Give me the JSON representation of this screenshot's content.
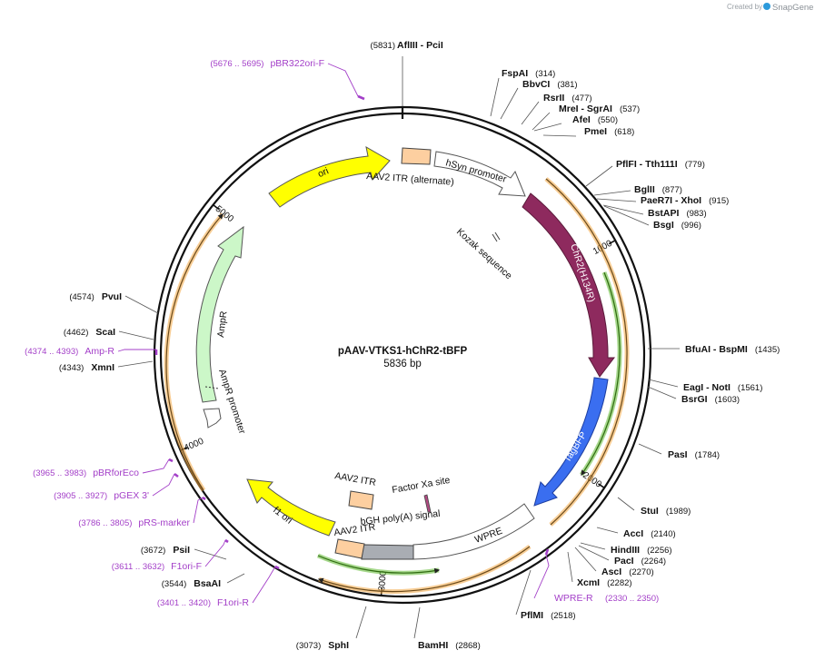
{
  "credit": {
    "prefix": "Created by",
    "brand": "SnapGene"
  },
  "plasmid": {
    "name": "pAAV-VTKS1-hChR2-tBFP",
    "size": "5836 bp"
  },
  "ticks": [
    "1000",
    "2000",
    "3000",
    "4000",
    "5000"
  ],
  "features": {
    "ori": "ori",
    "itr_alt": "AAV2 ITR (alternate)",
    "hsyn": "hSyn promoter",
    "kozak": "Kozak sequence",
    "chr2": "ChR2(H134R)",
    "tagbfp": "TagBFP",
    "wpre": "WPRE",
    "factor_xa": "Factor Xa site",
    "bgh": "bGH poly(A) signal",
    "itr1": "AAV2 ITR",
    "itr2": "AAV2 ITR",
    "f1ori": "f1 ori",
    "ampr": "AmpR",
    "ampr_promoter": "AmpR promoter"
  },
  "sites": [
    {
      "name": "AflIII  - PciI",
      "pos": "(5831)"
    },
    {
      "name": "FspAI",
      "pos": "(314)"
    },
    {
      "name": "BbvCI",
      "pos": "(381)"
    },
    {
      "name": "RsrII",
      "pos": "(477)"
    },
    {
      "name": "MreI  - SgrAI",
      "pos": "(537)"
    },
    {
      "name": "AfeI",
      "pos": "(550)"
    },
    {
      "name": "PmeI",
      "pos": "(618)"
    },
    {
      "name": "PflFI  - Tth111I",
      "pos": "(779)"
    },
    {
      "name": "BglII",
      "pos": "(877)"
    },
    {
      "name": "PaeR7I  - XhoI",
      "pos": "(915)"
    },
    {
      "name": "BstAPI",
      "pos": "(983)"
    },
    {
      "name": "BsgI",
      "pos": "(996)"
    },
    {
      "name": "BfuAI  - BspMI",
      "pos": "(1435)"
    },
    {
      "name": "EagI  - NotI",
      "pos": "(1561)"
    },
    {
      "name": "BsrGI",
      "pos": "(1603)"
    },
    {
      "name": "PasI",
      "pos": "(1784)"
    },
    {
      "name": "StuI",
      "pos": "(1989)"
    },
    {
      "name": "AccI",
      "pos": "(2140)"
    },
    {
      "name": "HindIII",
      "pos": "(2256)"
    },
    {
      "name": "PacI",
      "pos": "(2264)"
    },
    {
      "name": "AscI",
      "pos": "(2270)"
    },
    {
      "name": "XcmI",
      "pos": "(2282)"
    },
    {
      "name": "PflMI",
      "pos": "(2518)"
    },
    {
      "name": "BamHI",
      "pos": "(2868)"
    },
    {
      "name": "SphI",
      "pos": "(3073)"
    },
    {
      "name": "BsaAI",
      "pos": "(3544)"
    },
    {
      "name": "PsiI",
      "pos": "(3672)"
    },
    {
      "name": "XmnI",
      "pos": "(4343)"
    },
    {
      "name": "ScaI",
      "pos": "(4462)"
    },
    {
      "name": "PvuI",
      "pos": "(4574)"
    }
  ],
  "primers": [
    {
      "name": "pBR322ori-F",
      "pos": "(5676 .. 5695)"
    },
    {
      "name": "WPRE-R",
      "pos": "(2330 .. 2350)"
    },
    {
      "name": "F1ori-R",
      "pos": "(3401 .. 3420)"
    },
    {
      "name": "F1ori-F",
      "pos": "(3611 .. 3632)"
    },
    {
      "name": "pRS-marker",
      "pos": "(3786 .. 3805)"
    },
    {
      "name": "pGEX 3'",
      "pos": "(3905 .. 3927)"
    },
    {
      "name": "pBRforEco",
      "pos": "(3965 .. 3983)"
    },
    {
      "name": "Amp-R",
      "pos": "(4374 .. 4393)"
    }
  ],
  "colors": {
    "ori": "#ffff00",
    "itr": "#fdcfa0",
    "chr2": "#8e2a5e",
    "tagbfp": "#3a6ef0",
    "wpre": "#ffffff",
    "bgh": "#a9adb3",
    "ampr": "#ccf7c8",
    "orf_arc": "#f2a640",
    "green_arc": "#5db82e",
    "primer": "#a33fc8",
    "backbone": "#111111"
  }
}
